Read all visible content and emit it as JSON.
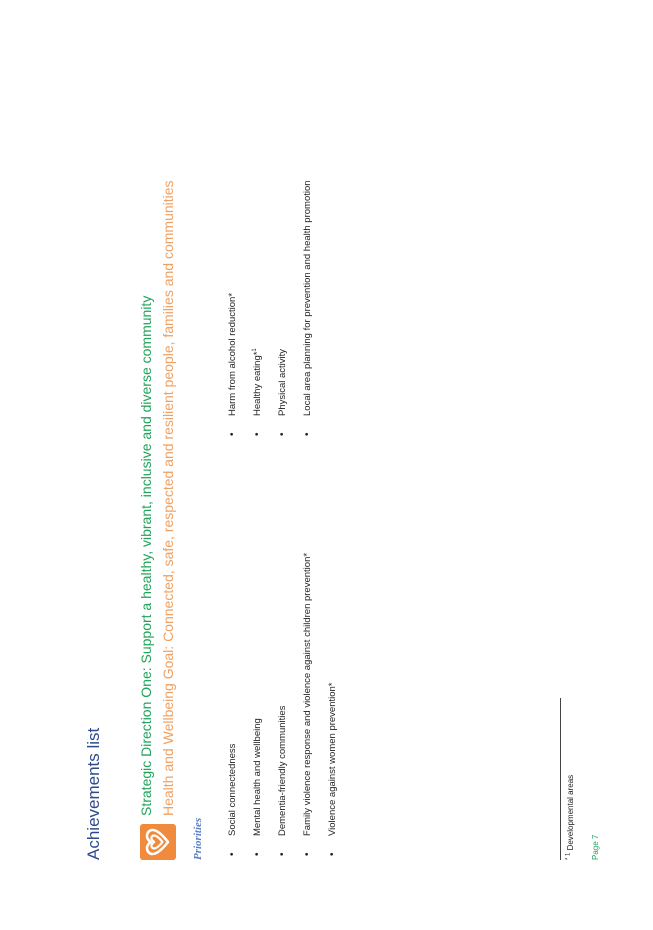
{
  "document": {
    "title": "Achievements list",
    "strategic_direction": "Strategic Direction One: Support a healthy, vibrant, inclusive and diverse community",
    "goal": "Health and Wellbeing Goal:  Connected, safe, respected and resilient people, families and communities",
    "priorities_heading": "Priorities",
    "bullet": "•",
    "left_priorities": [
      {
        "label": "Social connectedness"
      },
      {
        "label": "Mental health and wellbeing"
      },
      {
        "label": "Dementia-friendly communities"
      },
      {
        "label": "Family violence response and violence against children prevention*"
      },
      {
        "label": "Violence against women prevention*"
      }
    ],
    "right_priorities": [
      {
        "label": "Harm from alcohol reduction*"
      },
      {
        "label": "Healthy eating*",
        "sup": "1"
      },
      {
        "label": "Physical activity"
      },
      {
        "label": "Local area planning for prevention and health promotion"
      }
    ],
    "footnote": {
      "marker": "* 1",
      "text": "Developmental areas"
    },
    "page_label": "Page 7"
  },
  "colors": {
    "title": "#2e4a8a",
    "strategic_direction": "#1fa45a",
    "goal": "#f0a060",
    "priorities": "#5a7cc4",
    "logo_background": "#f08a3c",
    "page_number": "#1fa45a"
  },
  "icons": {
    "logo": "heart-logo-icon"
  }
}
